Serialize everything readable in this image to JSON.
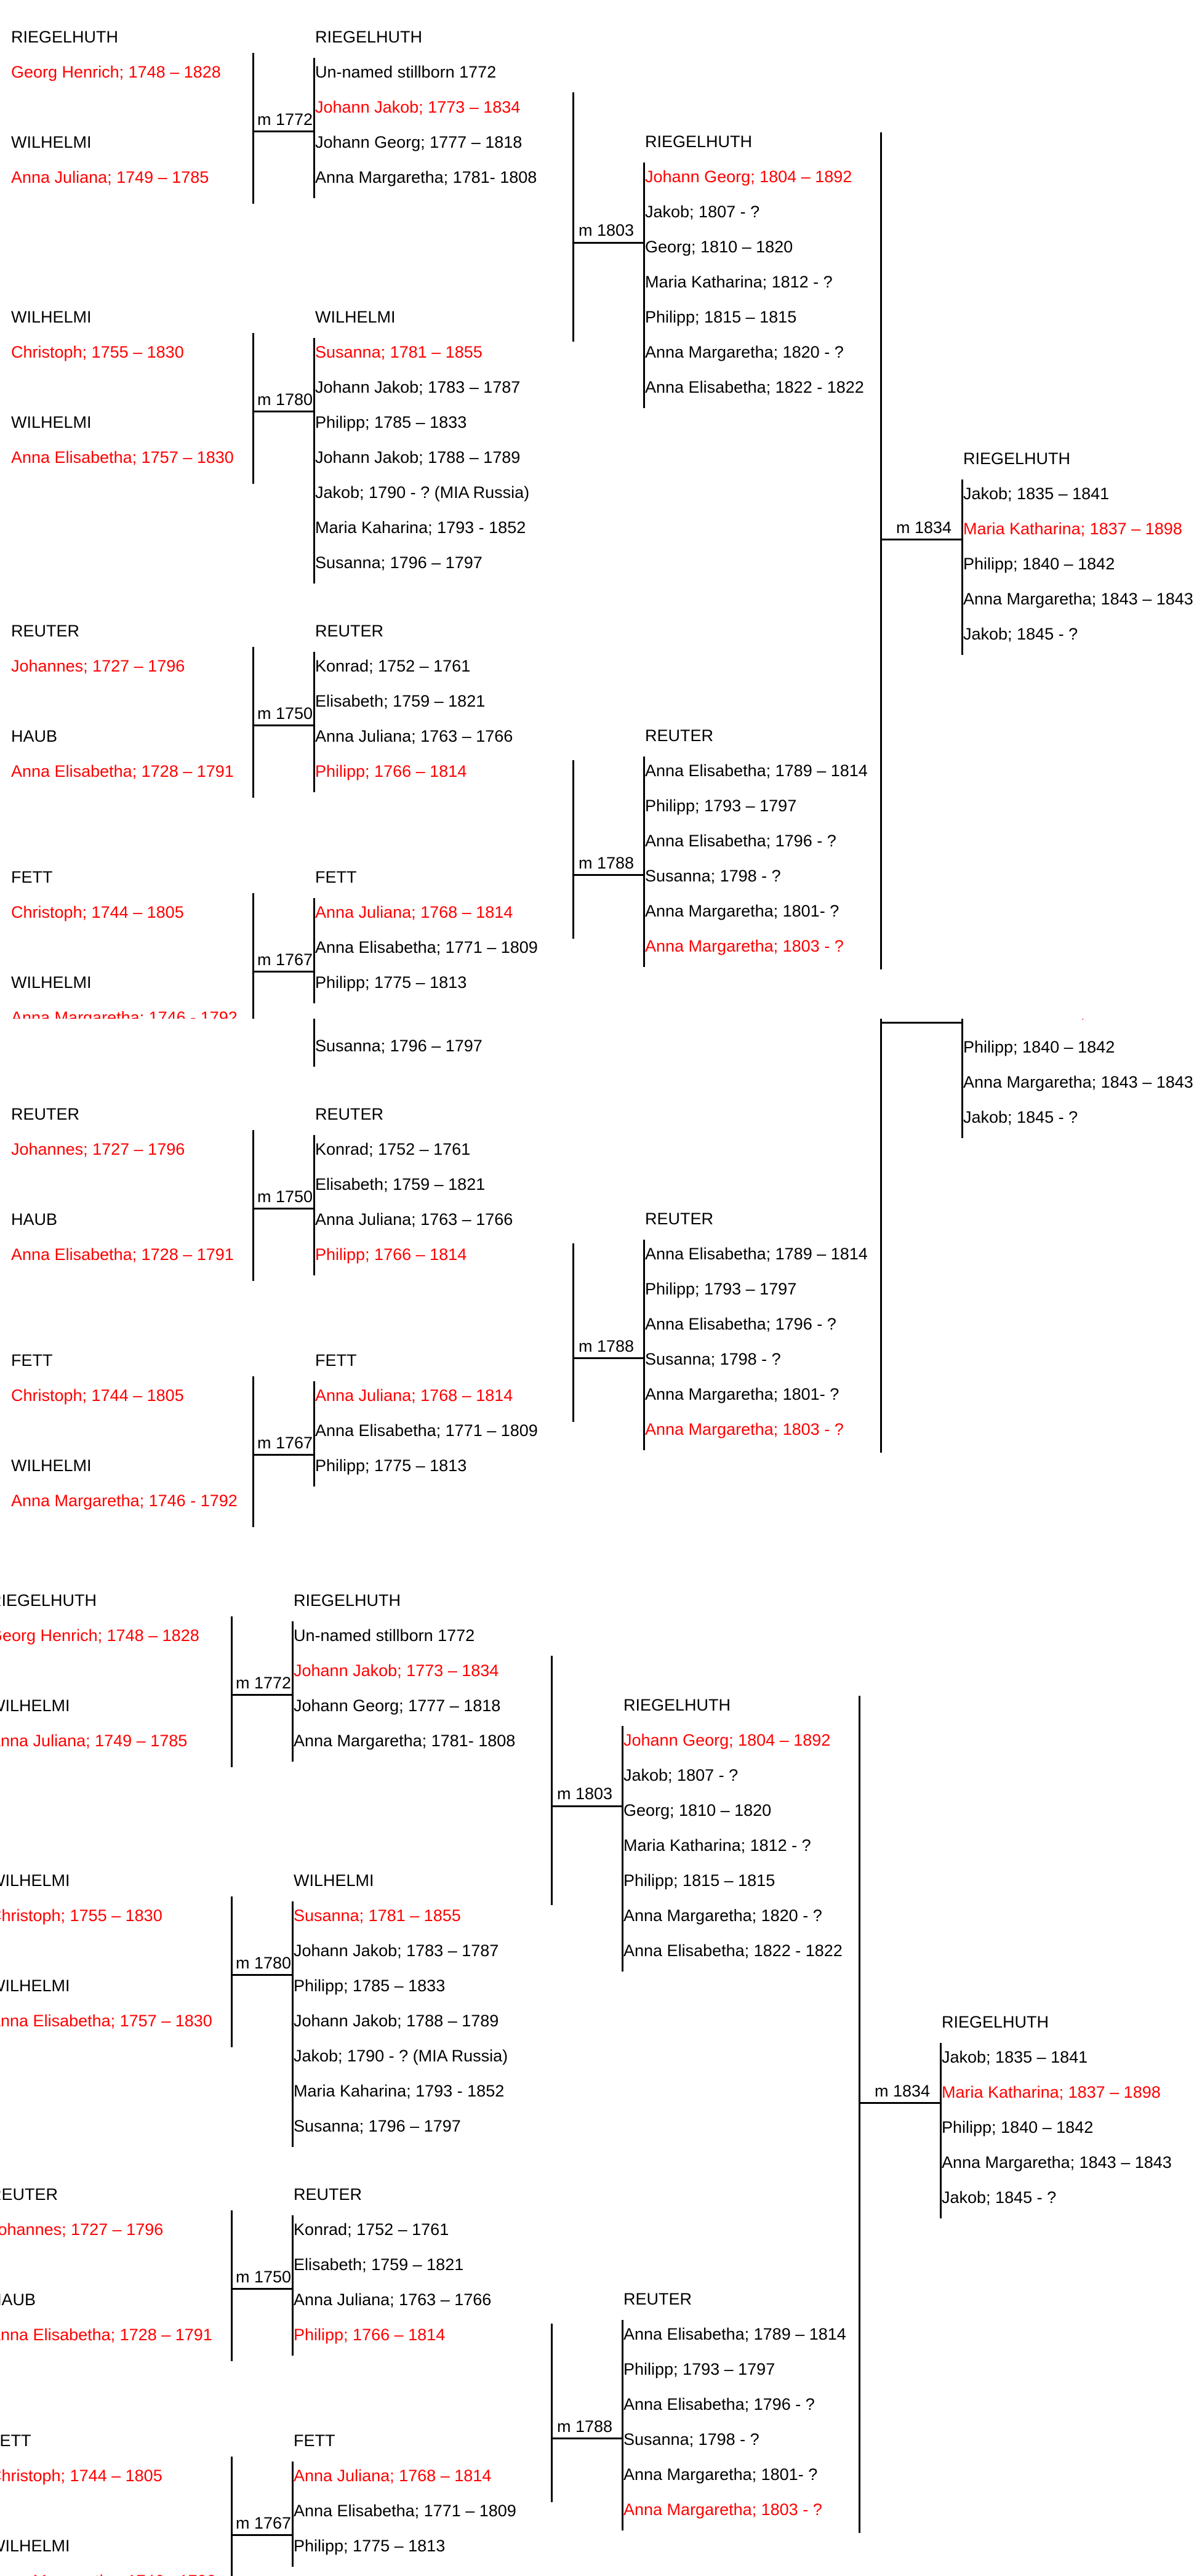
{
  "colors": {
    "ancestor": "#ff0000",
    "sibling": "#000000"
  },
  "panels": [
    {
      "families": [
        {
          "father": {
            "surname": "RIEGELHUTH",
            "name": "Georg Henrich; 1748 – 1828"
          },
          "mother": {
            "surname": "WILHELMI",
            "name": "Anna Juliana; 1749 – 1785"
          },
          "marriage": "m 1772",
          "children_surname": "RIEGELHUTH",
          "children": [
            {
              "name": "Un-named stillborn 1772",
              "ancestor": false
            },
            {
              "name": "Johann Jakob; 1773 – 1834",
              "ancestor": true
            },
            {
              "name": "Johann Georg; 1777 – 1818",
              "ancestor": false
            },
            {
              "name": "Anna Margaretha; 1781- 1808",
              "ancestor": false
            }
          ]
        },
        {
          "father": {
            "surname": "WILHELMI",
            "name": "Christoph; 1755 – 1830"
          },
          "mother": {
            "surname": "WILHELMI",
            "name": "Anna Elisabetha; 1757 – 1830"
          },
          "marriage": "m 1780",
          "children_surname": "WILHELMI",
          "children": [
            {
              "name": "Susanna; 1781 – 1855",
              "ancestor": true
            },
            {
              "name": "Johann Jakob; 1783 – 1787",
              "ancestor": false
            },
            {
              "name": "Philipp; 1785 – 1833",
              "ancestor": false
            },
            {
              "name": "Johann Jakob; 1788 – 1789",
              "ancestor": false
            },
            {
              "name": "Jakob; 1790 - ? (MIA Russia)",
              "ancestor": false
            },
            {
              "name": "Maria Kaharina; 1793 - 1852",
              "ancestor": false
            },
            {
              "name": "Susanna; 1796 – 1797",
              "ancestor": false
            }
          ]
        },
        {
          "father": {
            "surname": "REUTER",
            "name": "Johannes; 1727 – 1796"
          },
          "mother": {
            "surname": "HAUB",
            "name": "Anna Elisabetha; 1728 – 1791"
          },
          "marriage": "m 1750",
          "children_surname": "REUTER",
          "children": [
            {
              "name": "Konrad; 1752 – 1761",
              "ancestor": false
            },
            {
              "name": "Elisabeth; 1759 – 1821",
              "ancestor": false
            },
            {
              "name": "Anna Juliana; 1763 – 1766",
              "ancestor": false
            },
            {
              "name": "Philipp; 1766 – 1814",
              "ancestor": true
            }
          ]
        },
        {
          "father": {
            "surname": "FETT",
            "name": "Christoph; 1744 – 1805"
          },
          "mother": {
            "surname": "WILHELMI",
            "name": "Anna Margaretha; 1746 - 1792"
          },
          "marriage": "m 1767",
          "children_surname": "FETT",
          "children": [
            {
              "name": "Anna Juliana; 1768 – 1814",
              "ancestor": true
            },
            {
              "name": "Anna Elisabetha; 1771 – 1809",
              "ancestor": false
            },
            {
              "name": "Philipp; 1775 – 1813",
              "ancestor": false
            }
          ]
        }
      ],
      "gen2": [
        {
          "marriage": "m 1803",
          "children_surname": "RIEGELHUTH",
          "children": [
            {
              "name": "Johann Georg; 1804 – 1892",
              "ancestor": true
            },
            {
              "name": "Jakob; 1807 - ?",
              "ancestor": false
            },
            {
              "name": "Georg; 1810 – 1820",
              "ancestor": false
            },
            {
              "name": "Maria Katharina; 1812 - ?",
              "ancestor": false
            },
            {
              "name": "Philipp; 1815 – 1815",
              "ancestor": false
            },
            {
              "name": "Anna Margaretha; 1820 - ?",
              "ancestor": false
            },
            {
              "name": "Anna Elisabetha; 1822 - 1822",
              "ancestor": false
            }
          ]
        },
        {
          "marriage": "m 1788",
          "children_surname": "REUTER",
          "children": [
            {
              "name": "Anna Elisabetha; 1789 – 1814",
              "ancestor": false
            },
            {
              "name": "Philipp; 1793 – 1797",
              "ancestor": false
            },
            {
              "name": "Anna Elisabetha; 1796 - ?",
              "ancestor": false
            },
            {
              "name": "Susanna; 1798 - ?",
              "ancestor": false
            },
            {
              "name": "Anna Margaretha; 1801- ?",
              "ancestor": false
            },
            {
              "name": "Anna Margaretha; 1803 - ?",
              "ancestor": true
            }
          ]
        }
      ],
      "gen3": {
        "marriage": "m 1834",
        "children_surname": "RIEGELHUTH",
        "children": [
          {
            "name": "Jakob; 1835 – 1841",
            "ancestor": false
          },
          {
            "name": "Maria Katharina; 1837 – 1898",
            "ancestor": true
          },
          {
            "name": "Philipp; 1840 – 1842",
            "ancestor": false
          },
          {
            "name": "Anna Margaretha; 1843 – 1843",
            "ancestor": false
          },
          {
            "name": "Jakob; 1845 - ?",
            "ancestor": false
          }
        ]
      }
    }
  ]
}
